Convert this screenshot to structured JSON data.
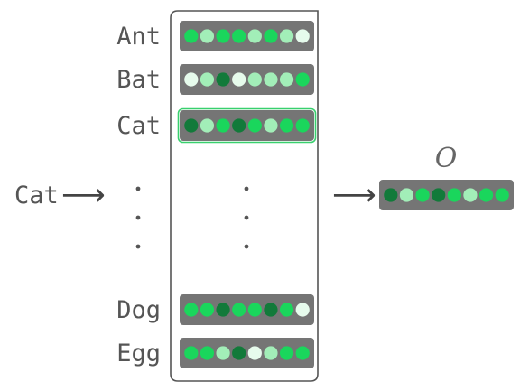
{
  "palette": {
    "dark": "#127a3a",
    "medium": "#1ad65c",
    "light": "#a2eeb8",
    "pale": "#e6fbec",
    "bar": "#757575",
    "frame": "#555555",
    "highlight": "#39d06e"
  },
  "input": {
    "word": "Cat",
    "arrow": "⟶"
  },
  "rows": [
    {
      "label": "Ant",
      "cells": [
        "medium",
        "light",
        "medium",
        "medium",
        "light",
        "medium",
        "light",
        "pale"
      ],
      "highlight": false
    },
    {
      "label": "Bat",
      "cells": [
        "pale",
        "light",
        "dark",
        "pale",
        "light",
        "light",
        "light",
        "medium"
      ],
      "highlight": false
    },
    {
      "label": "Cat",
      "cells": [
        "dark",
        "light",
        "medium",
        "dark",
        "medium",
        "light",
        "medium",
        "medium"
      ],
      "highlight": true
    },
    {
      "label": "Dog",
      "cells": [
        "medium",
        "medium",
        "dark",
        "medium",
        "medium",
        "dark",
        "medium",
        "pale"
      ],
      "highlight": false
    },
    {
      "label": "Egg",
      "cells": [
        "medium",
        "medium",
        "light",
        "dark",
        "pale",
        "light",
        "medium",
        "medium"
      ],
      "highlight": false
    }
  ],
  "output": {
    "label": "O",
    "arrow": "⟶",
    "cells": [
      "dark",
      "light",
      "medium",
      "dark",
      "medium",
      "light",
      "medium",
      "medium"
    ]
  }
}
